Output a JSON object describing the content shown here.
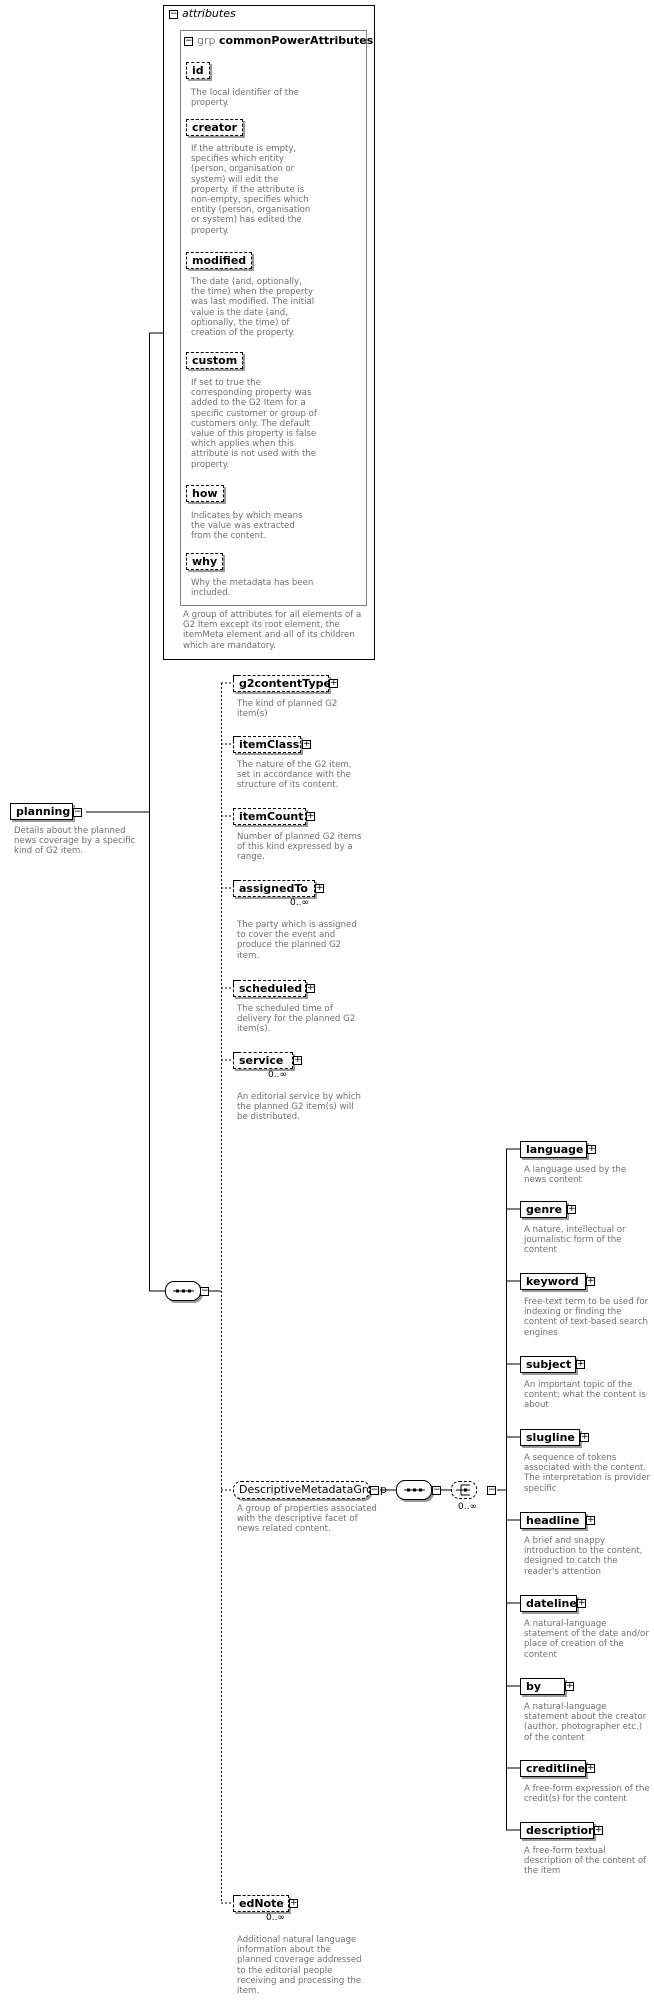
{
  "attributes_section": {
    "title": "attributes",
    "group_keyword": "grp",
    "group_name": "commonPowerAttributes",
    "group_desc": "A group of attributes for all elements of a\nG2 Item except its root element, the\nitemMeta element and all of its children\nwhich are mandatory.",
    "attributes": [
      {
        "name": "id",
        "desc": "The local identifier of the\nproperty."
      },
      {
        "name": "creator",
        "desc": "If the attribute is empty,\nspecifies which entity\n(person, organisation or\nsystem) will edit the\nproperty. If the attribute is\nnon-empty, specifies which\nentity (person, organisation\nor system) has edited the\nproperty."
      },
      {
        "name": "modified",
        "desc": "The date (and, optionally,\nthe time) when the property\nwas last modified. The initial\nvalue is the date (and,\noptionally, the time) of\ncreation of the property."
      },
      {
        "name": "custom",
        "desc": "If set to true the\ncorresponding property was\nadded to the G2 Item for a\nspecific customer or group of\ncustomers only. The default\nvalue of this property is false\nwhich applies when this\nattribute is not used with the\nproperty."
      },
      {
        "name": "how",
        "desc": "Indicates by which means\nthe value was extracted\nfrom the content."
      },
      {
        "name": "why",
        "desc": "Why the metadata has been\nincluded."
      }
    ]
  },
  "root": {
    "name": "planning",
    "desc": "Details about the planned\nnews coverage by a specific\nkind of G2 item."
  },
  "children": [
    {
      "name": "g2contentType",
      "desc": "The kind of planned G2\nitem(s)",
      "occurs": ""
    },
    {
      "name": "itemClass",
      "desc": "The nature of the G2 item,\nset in accordance with the\nstructure of its content.",
      "occurs": ""
    },
    {
      "name": "itemCount",
      "desc": "Number of planned G2 items\nof this kind expressed by a\nrange.",
      "occurs": ""
    },
    {
      "name": "assignedTo",
      "desc": "The party which is assigned\nto cover the event and\nproduce the planned G2\nitem.",
      "occurs": "0..∞"
    },
    {
      "name": "scheduled",
      "desc": "The scheduled time of\ndelivery for the planned G2\nitem(s).",
      "occurs": ""
    },
    {
      "name": "service",
      "desc": "An editorial service by which\nthe planned G2 item(s) will\nbe distributed.",
      "occurs": "0..∞"
    }
  ],
  "descriptive_group": {
    "name": "DescriptiveMetadataGroup",
    "desc": "A group of properties associated\nwith the descriptive facet of\nnews related content.",
    "choice_occurs": "0..∞"
  },
  "descriptive_children": [
    {
      "name": "language",
      "desc": "A language used by the\nnews content"
    },
    {
      "name": "genre",
      "desc": "A nature, intellectual or\njournalistic form of the\ncontent"
    },
    {
      "name": "keyword",
      "desc": "Free-text term to be used for\nindexing or finding the\ncontent of text-based search\nengines"
    },
    {
      "name": "subject",
      "desc": "An important topic of the\ncontent; what the content is\nabout"
    },
    {
      "name": "slugline",
      "desc": "A sequence of tokens\nassociated with the content.\nThe interpretation is provider\nspecific"
    },
    {
      "name": "headline",
      "desc": "A brief and snappy\nintroduction to the content,\ndesigned to catch the\nreader's attention"
    },
    {
      "name": "dateline",
      "desc": "A natural-language\nstatement of the date and/or\nplace of creation of the\ncontent"
    },
    {
      "name": "by",
      "desc": "A natural-language\nstatement about the creator\n(author, photographer etc.)\nof the content"
    },
    {
      "name": "creditline",
      "desc": "A free-form expression of the\ncredit(s) for the content"
    },
    {
      "name": "description",
      "desc": "A free-form textual\ndescription of the content of\nthe item"
    }
  ],
  "ednote": {
    "name": "edNote",
    "occurs": "0..∞",
    "desc": "Additional natural language\ninformation about the\nplanned coverage addressed\nto the editorial people\nreceiving and processing the\nitem."
  }
}
